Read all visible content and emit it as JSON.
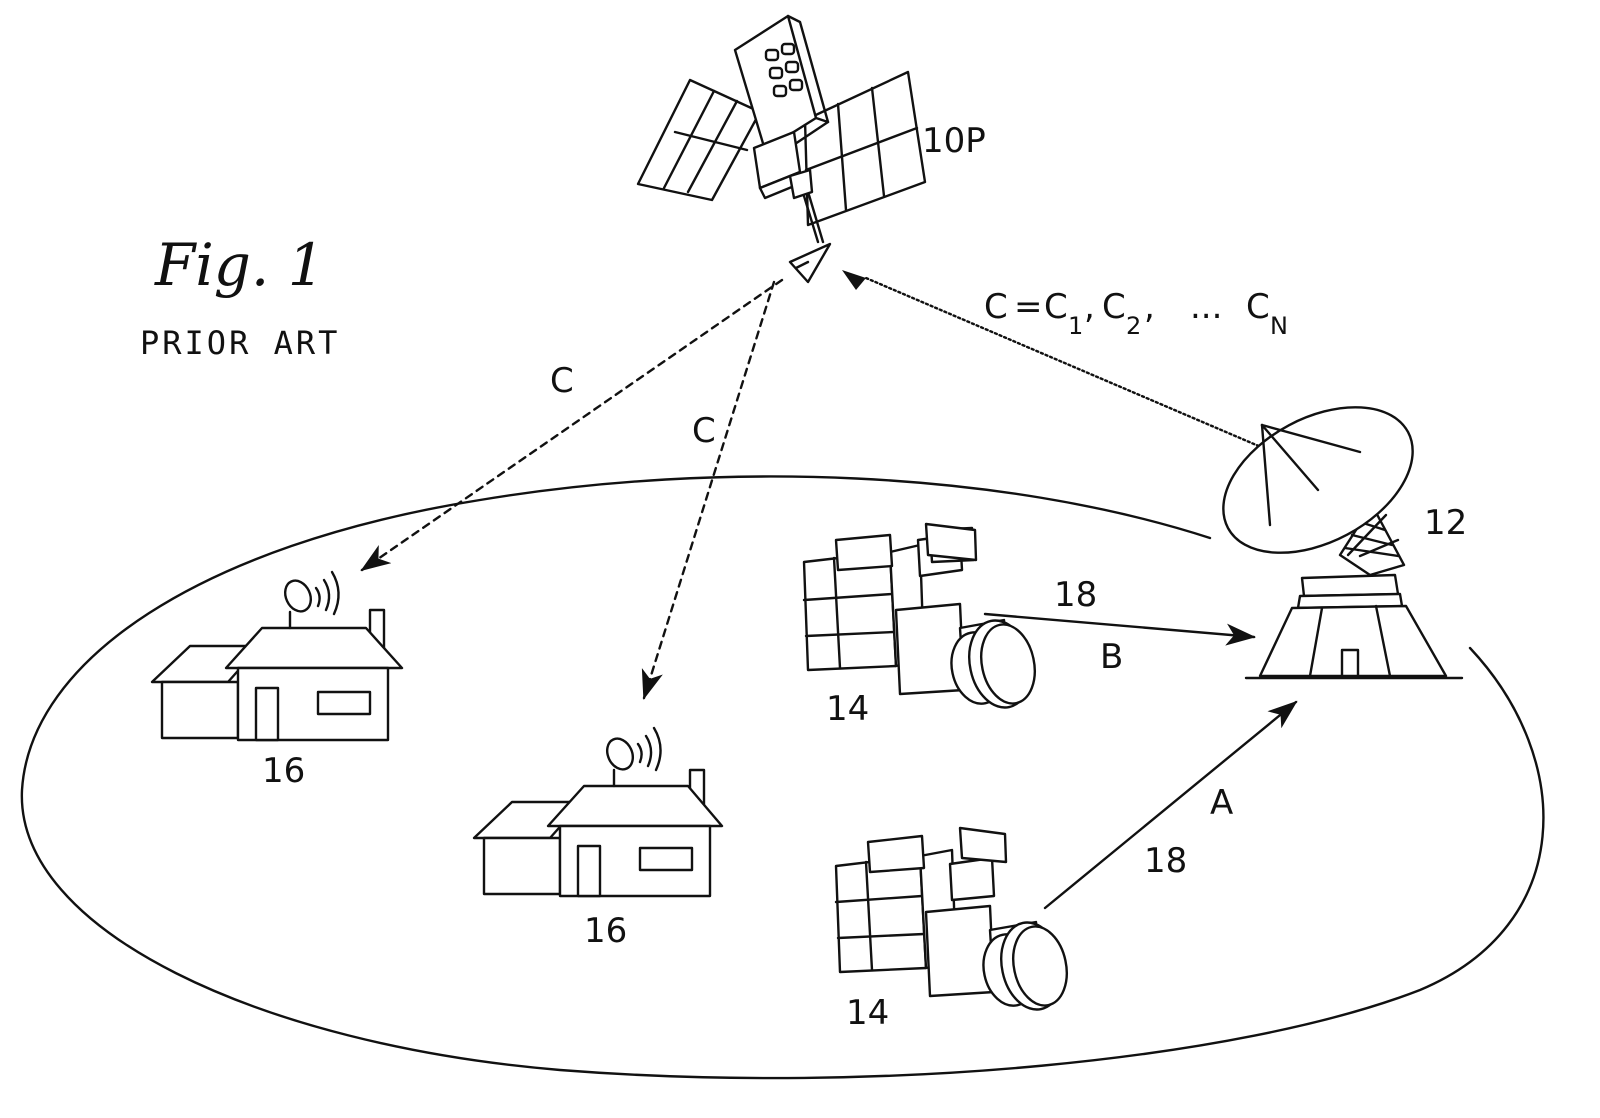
{
  "figure": {
    "title": "Fig. 1",
    "subtitle": "PRIOR ART"
  },
  "labels": {
    "satellite": "10P",
    "uplink_station": "12",
    "camera_top": "14",
    "camera_bottom": "14",
    "house_left": "16",
    "house_middle": "16",
    "link_top": "18",
    "link_bottom": "18",
    "signal_a": "A",
    "signal_b": "B",
    "downlink_left": "C",
    "downlink_middle": "C"
  },
  "uplink_equation": {
    "lhs": "C",
    "eq": "=",
    "c1": "C",
    "c1_sub": "1",
    "comma1": ",",
    "c2": "C",
    "c2_sub": "2",
    "comma2": ",",
    "ellipsis": "...",
    "cn": "C",
    "cn_sub": "N"
  },
  "icons": [
    "satellite-icon",
    "dish-antenna-icon",
    "video-camera-icon",
    "house-icon",
    "rooftop-dish-icon"
  ],
  "colors": {
    "ink": "#111111",
    "background": "#ffffff"
  }
}
